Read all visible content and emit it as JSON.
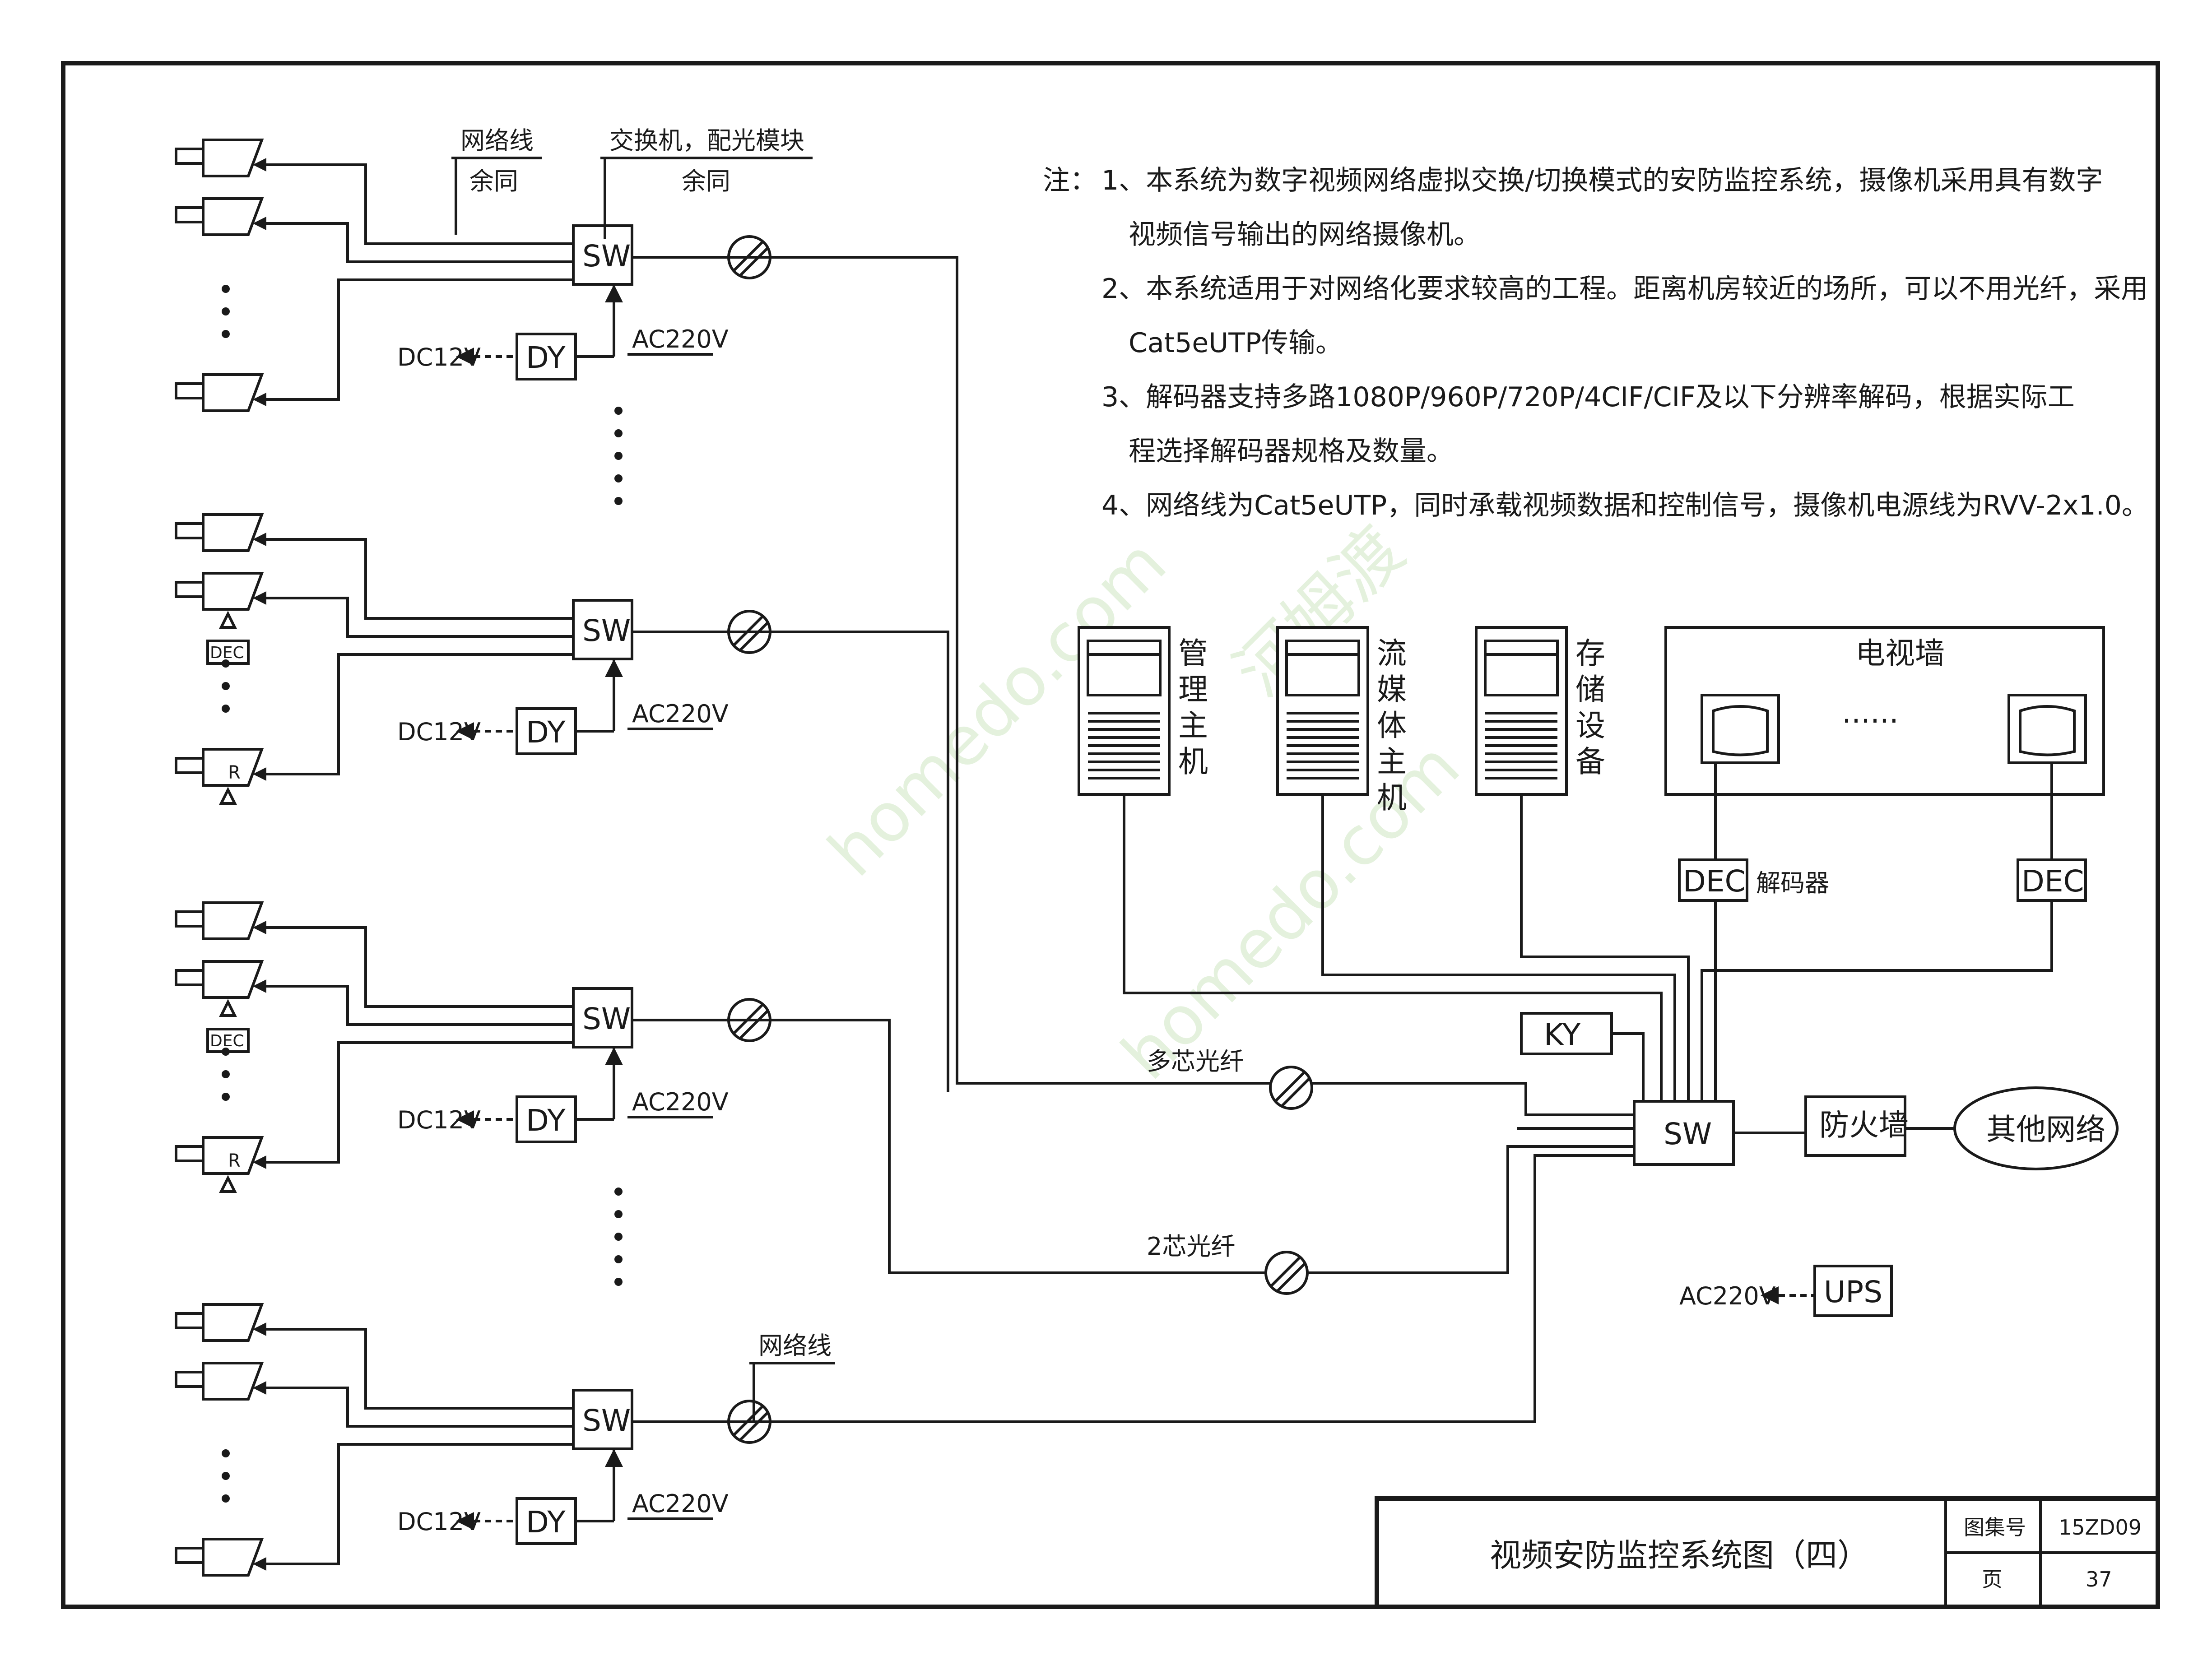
{
  "notes": {
    "prefix": "注：",
    "items": [
      [
        "1、本系统为数字视频网络虚拟交换/切换模式的安防监控系统，摄像机采用具有数字",
        "视频信号输出的网络摄像机。"
      ],
      [
        "2、本系统适用于对网络化要求较高的工程。距离机房较近的场所，可以不用光纤，采用",
        "Cat5eUTP传输。"
      ],
      [
        "3、解码器支持多路1080P/960P/720P/4CIF/CIF及以下分辨率解码，根据实际工",
        "程选择解码器规格及数量。"
      ],
      [
        "4、网络线为Cat5eUTP，同时承载视频数据和控制信号，摄像机电源线为RVV-2x1.0。"
      ]
    ]
  },
  "left": {
    "network_label": "网络线",
    "same_label": "余同",
    "switch_label": "交换机，配光模块",
    "switch_same": "余同",
    "sw": "SW",
    "dy": "DY",
    "dc12v": "DC12V",
    "ac220v": "AC220V",
    "dec": "DEC",
    "r": "R",
    "bottom_network_label": "网络线"
  },
  "center": {
    "multi_fiber": "多芯光纤",
    "two_fiber": "2芯光纤",
    "sw": "SW",
    "ky": "KY",
    "firewall": "防火墙",
    "other_net": "其他网络",
    "ups": "UPS",
    "ac220v": "AC220V"
  },
  "servers": [
    {
      "label": "管理主机"
    },
    {
      "label": "流媒体主机"
    },
    {
      "label": "存储设备"
    }
  ],
  "tv_wall": {
    "title": "电视墙",
    "dots": "······",
    "dec": "DEC",
    "decoder_label": "解码器"
  },
  "title_block": {
    "title": "视频安防监控系统图（四）",
    "atlas_label": "图集号",
    "atlas_no": "15ZD09",
    "page_label": "页",
    "page_no": "37"
  },
  "watermark": {
    "text1": "homedo.com",
    "text2": "河姆渡"
  }
}
